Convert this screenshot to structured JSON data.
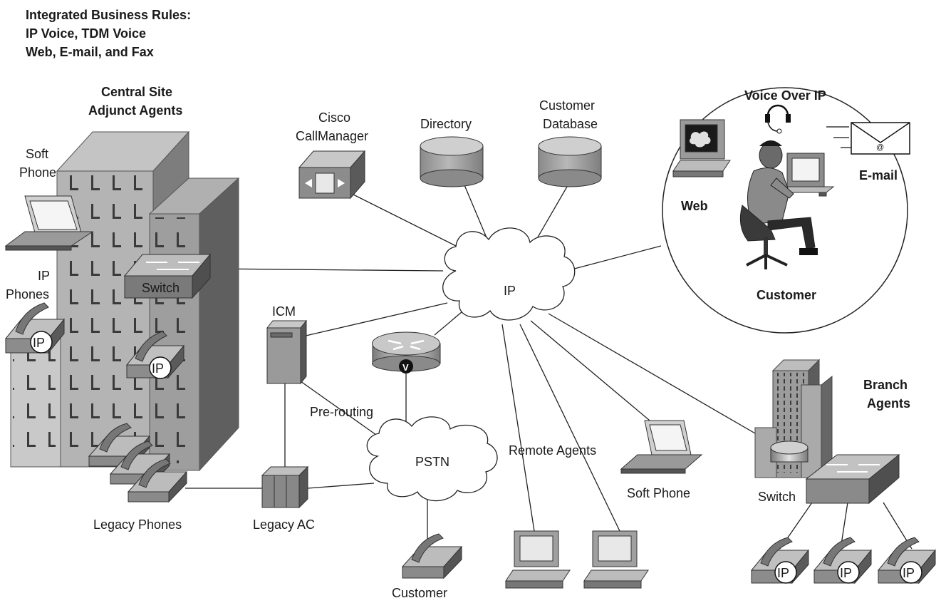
{
  "header": {
    "line1": "Integrated Business Rules:",
    "line2": "IP Voice, TDM Voice",
    "line3": "Web, E-mail, and Fax"
  },
  "central_site": {
    "title_line1": "Central Site",
    "title_line2": "Adjunct Agents",
    "soft_phone_line1": "Soft",
    "soft_phone_line2": "Phone",
    "ip_phones_line1": "IP",
    "ip_phones_line2": "Phones",
    "switch_label": "Switch",
    "ip_badge": "IP",
    "legacy_phones": "Legacy Phones"
  },
  "servers": {
    "callmanager_line1": "Cisco",
    "callmanager_line2": "CallManager",
    "directory": "Directory",
    "customer_db_line1": "Customer",
    "customer_db_line2": "Database"
  },
  "network": {
    "ip_cloud": "IP",
    "pstn_cloud": "PSTN",
    "icm": "ICM",
    "pre_routing": "Pre-routing",
    "legacy_ac": "Legacy AC",
    "router_badge": "V",
    "pstn_customer": "Customer"
  },
  "remote": {
    "remote_agents": "Remote Agents",
    "soft_phone": "Soft Phone"
  },
  "branch": {
    "title_line1": "Branch",
    "title_line2": "Agents",
    "switch_label": "Switch",
    "ip_badge": "IP"
  },
  "customer_circle": {
    "title": "Voice Over IP",
    "web": "Web",
    "email": "E-mail",
    "customer": "Customer",
    "at_sign": "@"
  }
}
